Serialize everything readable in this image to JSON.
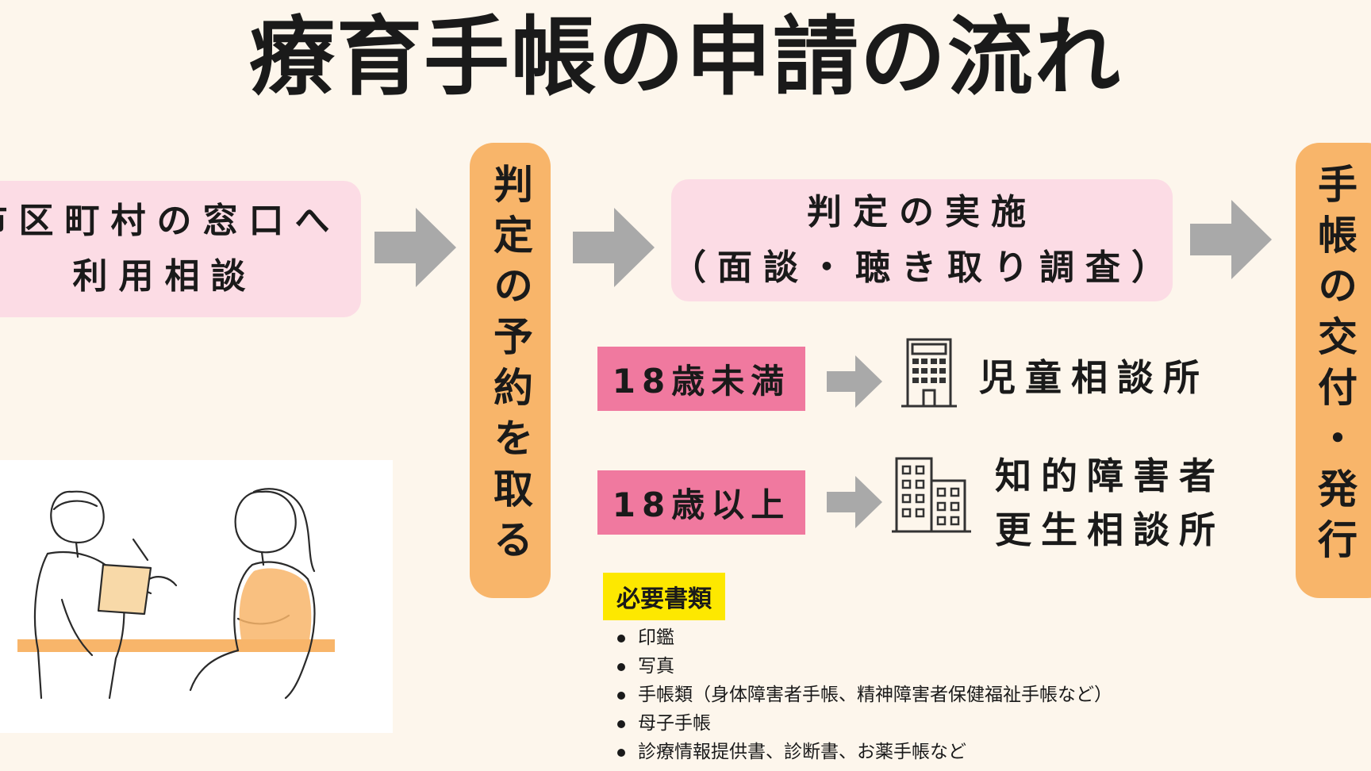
{
  "title": "療育手帳の申請の流れ",
  "steps": {
    "consult": {
      "line1": "市区町村の窓口へ",
      "line2": "利用相談"
    },
    "reserve": "判定の予約を取る",
    "judge": {
      "line1": "判定の実施",
      "line2": "（面談・聴き取り調査）"
    },
    "issue": "手帳の交付・発行"
  },
  "branches": [
    {
      "age": "18歳未満",
      "facility_lines": [
        "児童相談所"
      ],
      "icon": "building-icon"
    },
    {
      "age": "18歳以上",
      "facility_lines": [
        "知的障害者",
        "更生相談所"
      ],
      "icon": "buildings-icon"
    }
  ],
  "documents": {
    "title": "必要書類",
    "items": [
      "印鑑",
      "写真",
      "手帳類（身体障害者手帳、精神障害者保健福祉手帳など）",
      "母子手帳",
      "診療情報提供書、診断書、お薬手帳など"
    ]
  },
  "colors": {
    "background": "#fdf6ec",
    "pink_box": "#fcdce5",
    "orange_bar": "#f8b56a",
    "age_tag": "#f0799f",
    "arrow": "#a9a9a9",
    "docs_highlight": "#fde800"
  }
}
